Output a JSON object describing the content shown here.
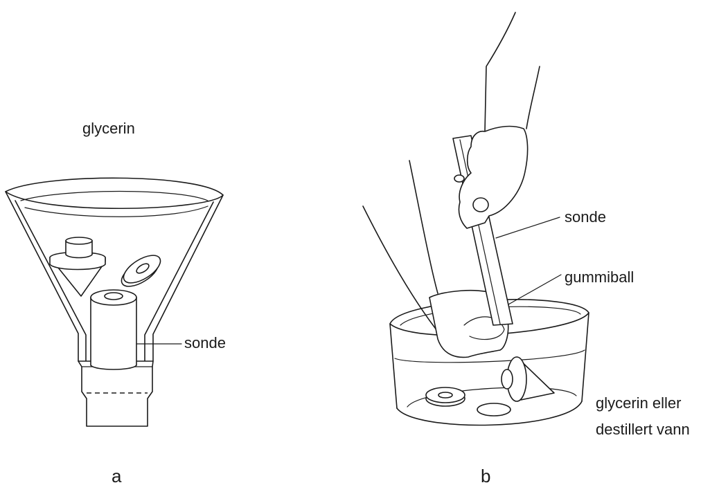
{
  "panel_a": {
    "letter": "a",
    "labels": {
      "liquid": "glycerin",
      "probe": "sonde"
    }
  },
  "panel_b": {
    "letter": "b",
    "labels": {
      "probe": "sonde",
      "bulb": "gummiball",
      "liquid_line1": "glycerin eller",
      "liquid_line2": "destillert vann"
    }
  }
}
